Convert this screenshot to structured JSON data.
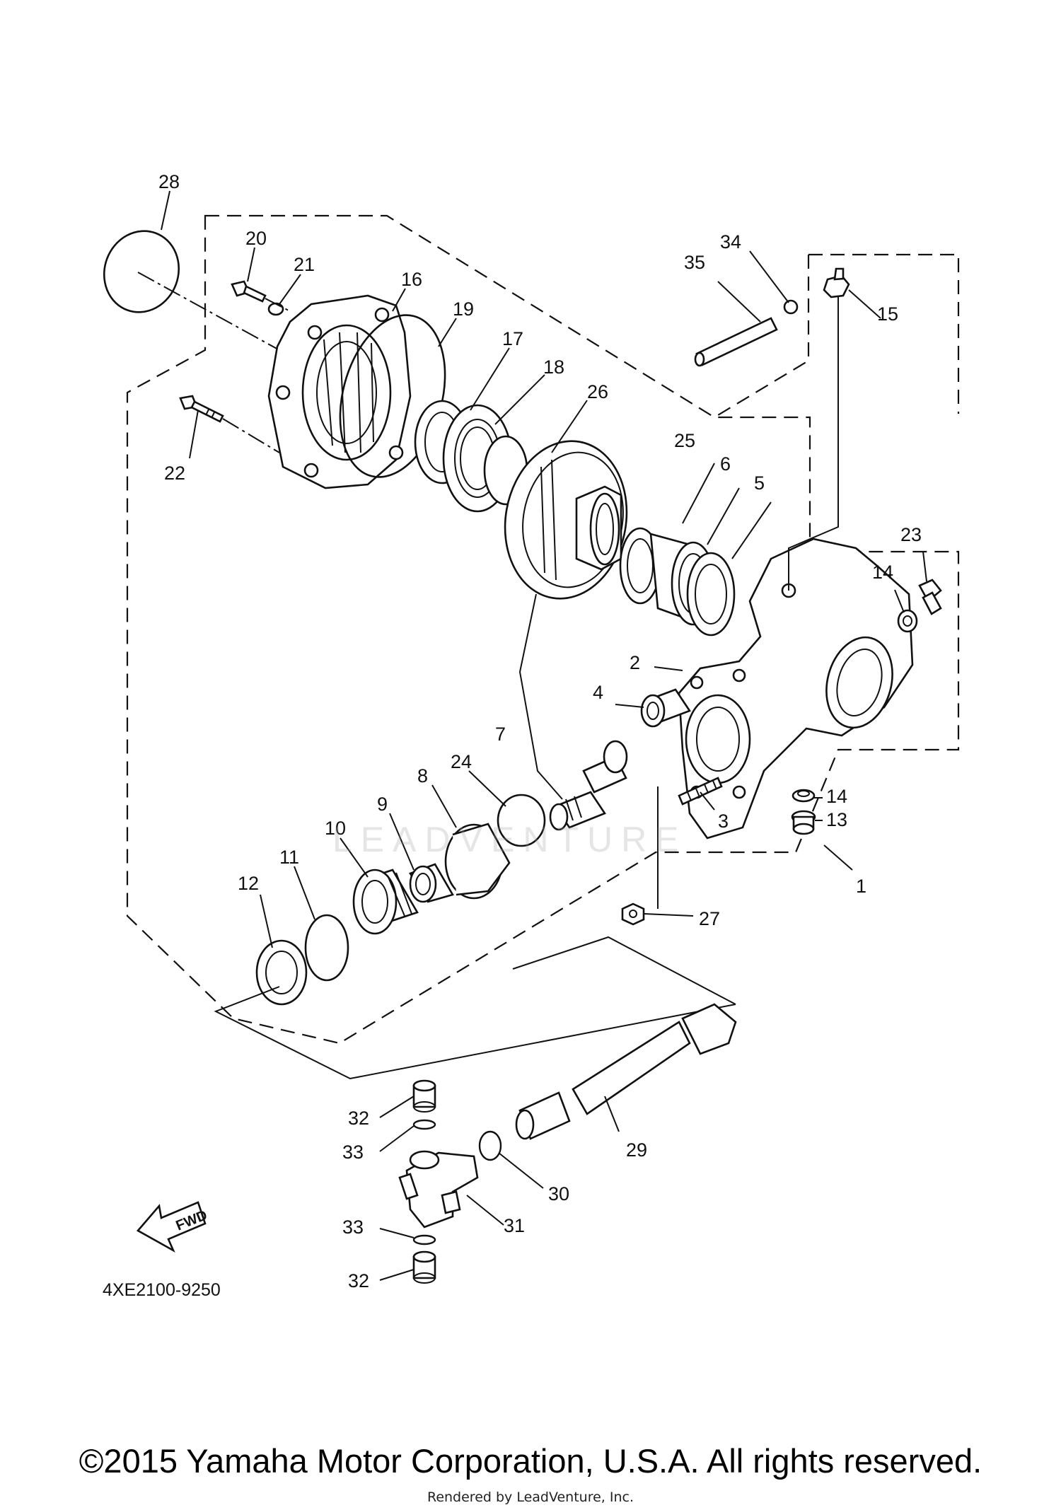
{
  "diagram": {
    "drawing_code": "4XE2100-9250",
    "fwd_label": "FWD",
    "callouts": [
      "1",
      "2",
      "3",
      "4",
      "5",
      "6",
      "7",
      "8",
      "9",
      "10",
      "11",
      "12",
      "13",
      "14",
      "14",
      "15",
      "16",
      "17",
      "18",
      "19",
      "20",
      "21",
      "22",
      "23",
      "24",
      "25",
      "26",
      "27",
      "28",
      "29",
      "30",
      "31",
      "32",
      "32",
      "33",
      "33",
      "34",
      "35"
    ]
  },
  "watermark": {
    "text": "LEADVENTURE"
  },
  "footer": {
    "copyright": "©2015 Yamaha Motor Corporation, U.S.A. All rights reserved.",
    "rendered_by": "Rendered by LeadVenture, Inc."
  }
}
